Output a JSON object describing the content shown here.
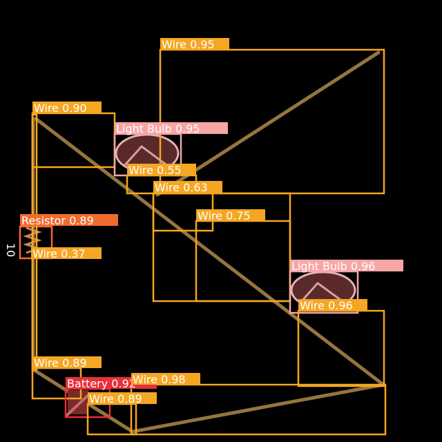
{
  "colors": {
    "background": "#000000",
    "wire": "#f5a623",
    "light_bulb": "#f7a6a6",
    "resistor": "#f26b2e",
    "battery": "#e8303a",
    "label_text": "#ffffff"
  },
  "detections": [
    {
      "class": "Wire",
      "label": "Wire 0.95"
    },
    {
      "class": "Wire",
      "label": "Wire 0.90"
    },
    {
      "class": "Light Bulb",
      "label": "Light Bulb 0.95"
    },
    {
      "class": "Wire",
      "label": "Wire 0.55"
    },
    {
      "class": "Wire",
      "label": "Wire 0.63"
    },
    {
      "class": "Wire",
      "label": "Wire 0.75"
    },
    {
      "class": "Resistor",
      "label": "Resistor 0.89"
    },
    {
      "class": "Wire",
      "label": "Wire 0.37"
    },
    {
      "class": "Light Bulb",
      "label": "Light Bulb 0.96"
    },
    {
      "class": "Wire",
      "label": "Wire 0.96"
    },
    {
      "class": "Wire",
      "label": "Wire 0.89"
    },
    {
      "class": "Wire",
      "label": "Wire 0.98"
    },
    {
      "class": "Battery",
      "label": "Battery 0.92"
    },
    {
      "class": "Wire",
      "label": "Wire 0.89"
    }
  ],
  "resistor_value": "10"
}
